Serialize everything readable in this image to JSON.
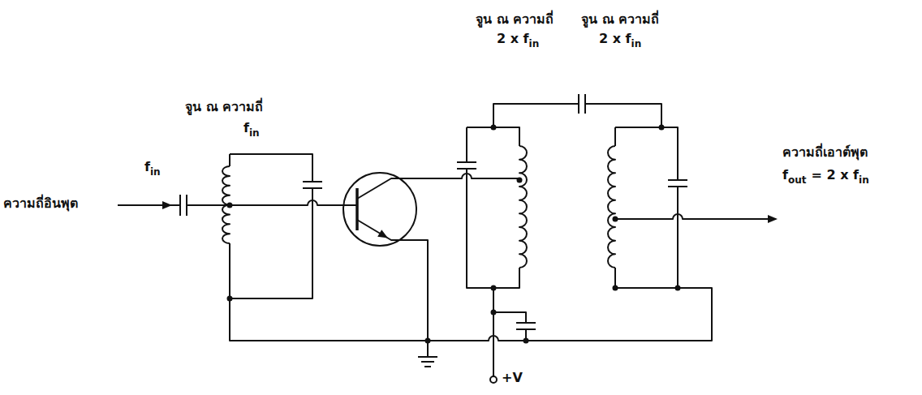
{
  "diagram": {
    "labels": [
      "จูน ณ ความถี่",
      "f",
      "in",
      "f",
      "in",
      "ความถี่อินพุต",
      "จูน ณ ความถี่",
      "2 x f",
      "in",
      "จูน ณ ความถี่",
      "2 x f",
      "in",
      "ความถี่เอาต์พุต",
      "f",
      "out",
      "= 2 x f",
      "in",
      "+V"
    ]
  }
}
